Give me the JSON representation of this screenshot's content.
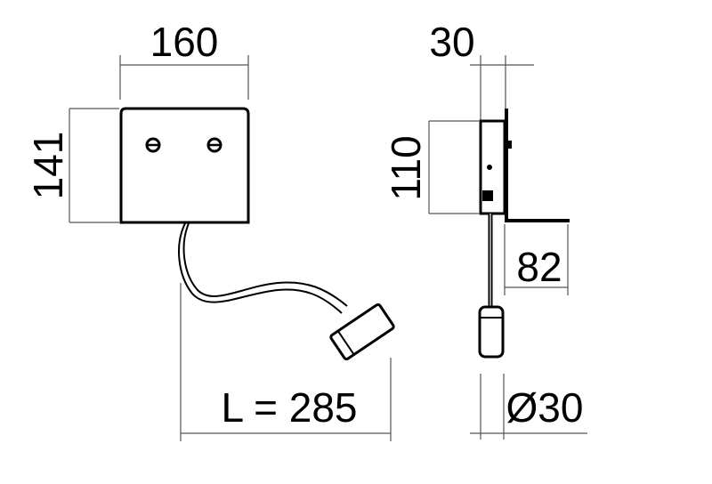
{
  "dimensions": {
    "width": "160",
    "height": "141",
    "length": "L = 285",
    "depth": "30",
    "mount_height": "110",
    "arm_drop": "82",
    "diameter": "Ø30"
  }
}
